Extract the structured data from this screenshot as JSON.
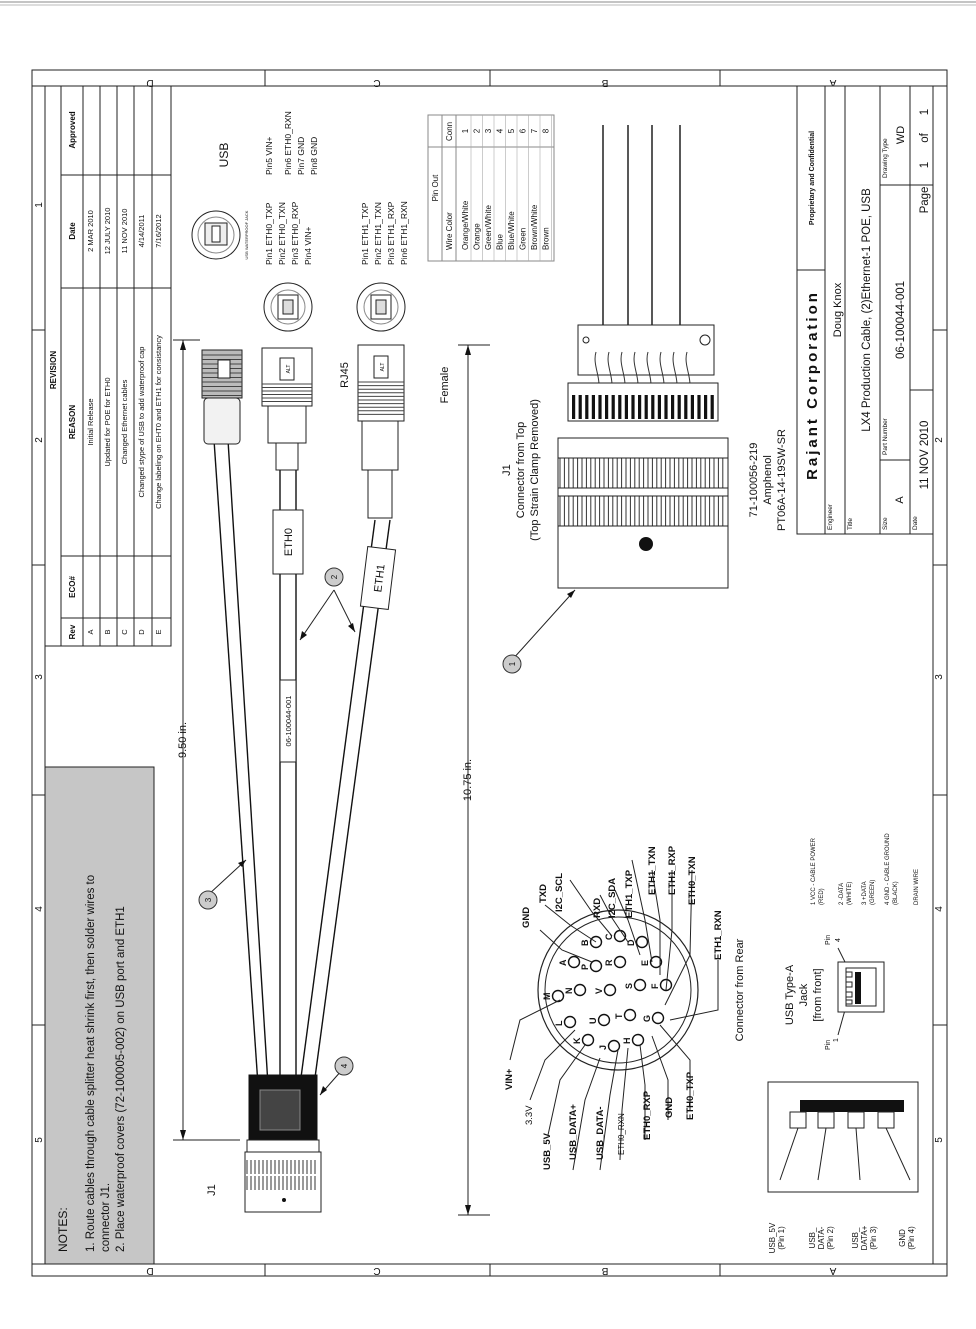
{
  "zones": {
    "rows": [
      "D",
      "C",
      "B",
      "A"
    ],
    "cols": [
      "1",
      "2",
      "3",
      "4",
      "5"
    ]
  },
  "notes": {
    "heading": "NOTES:",
    "line1": "1.  Route cables through cable splitter heat shrink first, then solder wires to",
    "line2": "connector J1.",
    "line3": "2.  Place waterproof covers (72-100005-002) on USB port and ETH1"
  },
  "revision": {
    "title": "REVISION",
    "headers": [
      "Rev",
      "ECO#",
      "REASON",
      "Date",
      "Approved"
    ],
    "rows": [
      {
        "rev": "A",
        "eco": "",
        "reason": "Initial Release",
        "date": "2 MAR 2010",
        "approved": ""
      },
      {
        "rev": "B",
        "eco": "",
        "reason": "Updated for POE for ETH0",
        "date": "12 JULY 2010",
        "approved": ""
      },
      {
        "rev": "C",
        "eco": "",
        "reason": "Changed Ethernet cables",
        "date": "11 NOV 2010",
        "approved": ""
      },
      {
        "rev": "D",
        "eco": "",
        "reason": "Changed stype of USB to add waterproof cap",
        "date": "4/14/2011",
        "approved": ""
      },
      {
        "rev": "E",
        "eco": "",
        "reason": "Change labeling on EHT0 and ETH1 for consistancy",
        "date": "7/16/2012",
        "approved": ""
      }
    ]
  },
  "dimensions": {
    "length1": "9.50 in.",
    "length2": "10.75 in."
  },
  "cable_labels": {
    "eth0": "ETH0",
    "eth1": "ETH1",
    "part": "06-100044-001",
    "usb_heading": "USB",
    "rj45_heading": "RJ45",
    "female": "Female",
    "j1_left": "J1",
    "usb_cap_text": "USB WATERPROOF JACK",
    "alt_text": "ALT"
  },
  "balloons": [
    "1",
    "2",
    "3",
    "4"
  ],
  "usb_pins": {
    "col1": [
      "Pin1 ETH0_TXP",
      "Pin2 ETH0_TXN",
      "Pin3 ETH0_RXP",
      "Pin4 VIN+"
    ],
    "col2": [
      "Pin5 VIN+",
      "Pin6 ETH0_RXN",
      "Pin7 GND",
      "Pin8 GND"
    ]
  },
  "rj45_pins": [
    "Pin1 ETH1_TXP",
    "Pin2 ETH1_TXN",
    "Pin3 ETH1_RXP",
    "Pin6 ETH1_RXN"
  ],
  "pinout_table": {
    "title": "Pin Out",
    "headers": [
      "Wire Color",
      "Conn"
    ],
    "rows": [
      [
        "Orange/White",
        "1"
      ],
      [
        "Orange",
        "2"
      ],
      [
        "Green/White",
        "3"
      ],
      [
        "Blue",
        "4"
      ],
      [
        "Blue/White",
        "5"
      ],
      [
        "Green",
        "6"
      ],
      [
        "Brown/White",
        "7"
      ],
      [
        "Brown",
        "8"
      ]
    ]
  },
  "j1_top": {
    "line1": "J1",
    "line2": "Connector from Top",
    "line3": "(Top Strain Clamp Removed)",
    "pn1": "71-100056-219",
    "pn2": "Amphenol",
    "pn3": "PT06A-14-19SW-SR"
  },
  "rear_connector": {
    "caption": "Connector from Rear",
    "letters": [
      "A",
      "B",
      "C",
      "D",
      "E",
      "F",
      "G",
      "H",
      "J",
      "K",
      "L",
      "M",
      "N",
      "P",
      "R",
      "S",
      "T",
      "U",
      "V"
    ],
    "signals_top": [
      "GND",
      "TXD",
      "I2C_SCL",
      "RXD",
      "I2C_SDA",
      "ETH1_TXP",
      "ETH1_TXN",
      "ETH1_RXP",
      "ETH0_TXN",
      "ETH1_RXN"
    ],
    "signals_bottom": [
      "VIN+",
      "3.3V",
      "USB_5V",
      "USB_DATA+",
      "USB_DATA-",
      "ETH0_RXN",
      "ETH0_RXP",
      "GND",
      "ETH0_TXP"
    ]
  },
  "usb_jack": {
    "line1": "USB Type-A",
    "line2": "Jack",
    "line3": "[from front]",
    "pin_left": "Pin",
    "pin_left_num": "1",
    "pin_right": "Pin",
    "pin_right_num": "4"
  },
  "usb_color_legend": [
    "1 VCC - CABLE POWER",
    "(RED)",
    "2 -DATA",
    "(WHITE)",
    "3 +DATA",
    "(GREEN)",
    "4 GND - CABLE GROUND",
    "(BLACK)",
    "DRAIN WIRE"
  ],
  "usb_plug_labels": [
    [
      "USB_5V",
      "(Pin 1)"
    ],
    [
      "USB_",
      "DATA-",
      "(Pin 2)"
    ],
    [
      "USB_",
      "DATA+",
      "(Pin 3)"
    ],
    [
      "GND",
      "(Pin 4)"
    ]
  ],
  "title_block": {
    "company": "Rajant  Corporation",
    "proprietary": "Proprietary and Confidential",
    "engineer_label": "Engineer",
    "engineer": "Doug Knox",
    "title_label": "Title",
    "title": "LX4 Production Cable, (2)Ethernet-1 POE, USB",
    "size_label": "Size",
    "size": "A",
    "part_label": "Part Number",
    "part": "06-100044-001",
    "type_label": "Drawing Type",
    "type": "WD",
    "date_label": "Date",
    "date": "11 NOV 2010",
    "page_label": "Page",
    "page": "1",
    "of": "of",
    "pages": "1"
  }
}
